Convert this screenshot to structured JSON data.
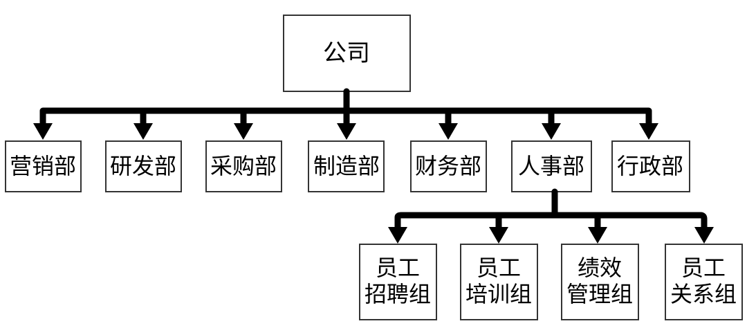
{
  "root": {
    "label": "公司"
  },
  "departments": [
    {
      "label": "营销部"
    },
    {
      "label": "研发部"
    },
    {
      "label": "采购部"
    },
    {
      "label": "制造部"
    },
    {
      "label": "财务部"
    },
    {
      "label": "人事部"
    },
    {
      "label": "行政部"
    }
  ],
  "hr_groups": [
    {
      "line1": "员工",
      "line2": "招聘组"
    },
    {
      "line1": "员工",
      "line2": "培训组"
    },
    {
      "line1": "绩效",
      "line2": "管理组"
    },
    {
      "line1": "员工",
      "line2": "关系组"
    }
  ]
}
